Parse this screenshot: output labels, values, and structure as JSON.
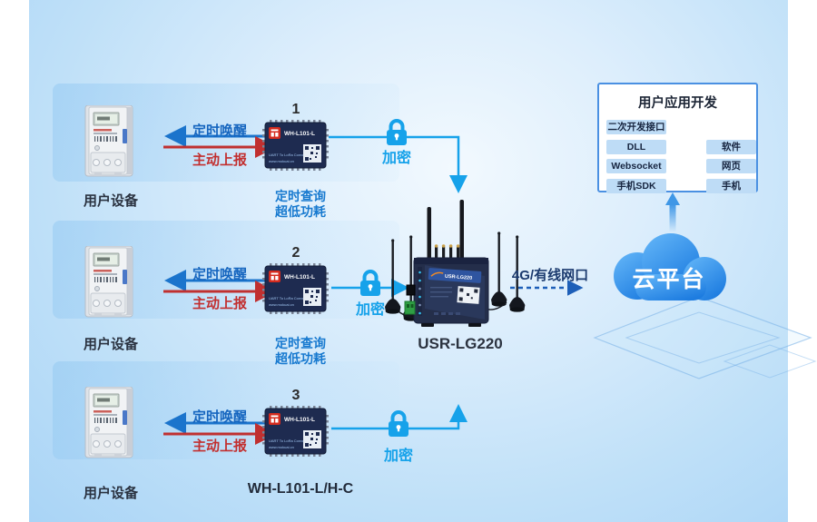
{
  "rows": [
    {
      "number": "1",
      "wake": "定时唤醒",
      "report": "主动上报",
      "device": "用户设备",
      "encrypt": "加密",
      "query": "定时查询",
      "power": "超低功耗"
    },
    {
      "number": "2",
      "wake": "定时唤醒",
      "report": "主动上报",
      "device": "用户设备",
      "encrypt": "加密",
      "query": "定时查询",
      "power": "超低功耗"
    },
    {
      "number": "3",
      "wake": "定时唤醒",
      "report": "主动上报",
      "device": "用户设备",
      "encrypt": "加密"
    }
  ],
  "module": {
    "name": "WH-L101-L",
    "desc": "UART To LoRa Converter",
    "site": "www.mokuai.cn",
    "model_label": "WH-L101-L/H-C"
  },
  "gateway": {
    "label": "USR-LG220",
    "panel_label": "USR-LG220"
  },
  "wan_label": "4G/有线网口",
  "cloud": {
    "label": "云平台"
  },
  "app_box": {
    "title": "用户应用开发",
    "left_items": [
      "二次开发接口",
      "DLL",
      "Websocket",
      "手机SDK"
    ],
    "right_items": [
      "软件",
      "网页",
      "手机"
    ]
  },
  "colors": {
    "wake_blue": "#1565bf",
    "report_red": "#c22f2f",
    "encrypt_cyan": "#16a2ea",
    "link_navy": "#1d5fb8",
    "cloud_top": "#66b8f9",
    "cloud_bottom": "#1d7ce0",
    "box_border": "#4a90e2",
    "item_bg": "#bedcf6"
  }
}
